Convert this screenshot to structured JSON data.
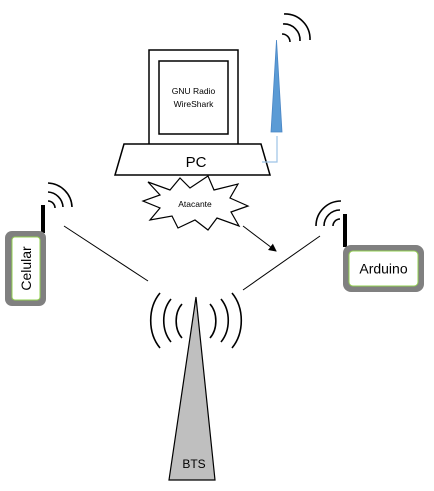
{
  "computer": {
    "screen_line1": "GNU Radio",
    "screen_line2": "WireShark",
    "base_label": "PC"
  },
  "attacker": {
    "label": "Atacante"
  },
  "phone": {
    "label": "Celular"
  },
  "arduino": {
    "label": "Arduino"
  },
  "tower": {
    "label": "BTS"
  },
  "colors": {
    "device_border": "#808080",
    "device_inner_border": "#92d050",
    "tower_fill": "#bfbfbf",
    "pc_antenna_fill": "#5b9bd5",
    "pc_antenna_stroke": "#9dc3e6"
  }
}
